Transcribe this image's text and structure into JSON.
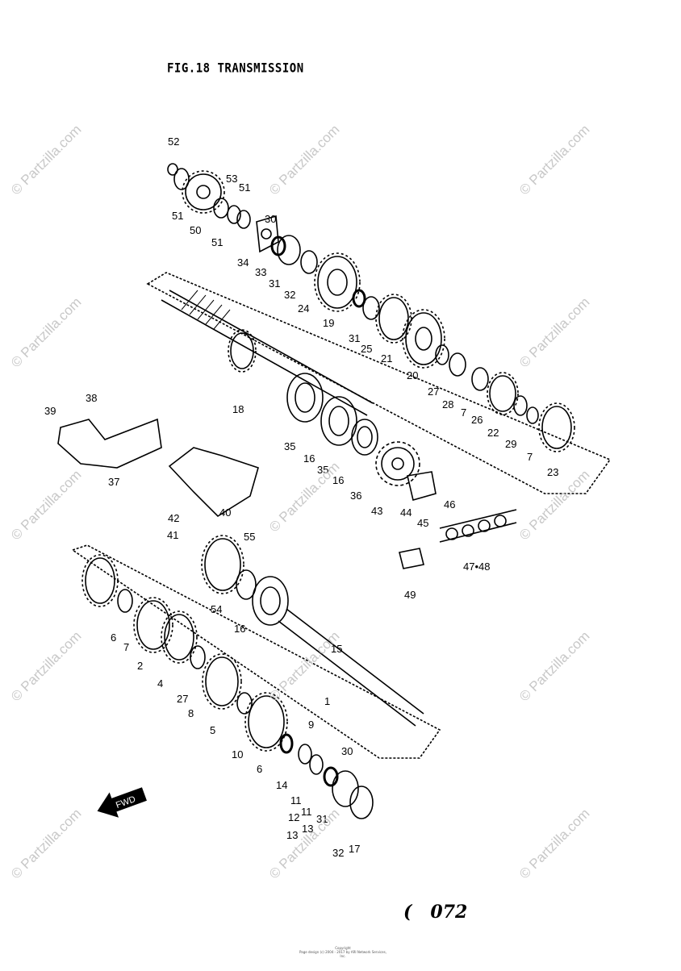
{
  "title": "FIG.18  TRANSMISSION",
  "page_number": "072",
  "page_mark": "(",
  "footer_lines": [
    "Copyright",
    "Page design (c) 2004 - 2017 by ARI Network Services, Inc."
  ],
  "watermark": "© Partzilla.com",
  "fwd_label": "FWD",
  "part_labels": [
    "52",
    "51",
    "50",
    "51",
    "53",
    "51",
    "30",
    "34",
    "33",
    "31",
    "32",
    "24",
    "19",
    "31",
    "25",
    "21",
    "20",
    "27",
    "28",
    "7",
    "26",
    "22",
    "29",
    "7",
    "23",
    "18",
    "35",
    "16",
    "35",
    "16",
    "36",
    "43",
    "44",
    "45",
    "46",
    "47•48",
    "49",
    "39",
    "38",
    "37",
    "40",
    "42",
    "41",
    "55",
    "54",
    "16",
    "15",
    "1",
    "6",
    "7",
    "2",
    "4",
    "27",
    "8",
    "5",
    "10",
    "6",
    "9",
    "14",
    "11",
    "12",
    "13",
    "11",
    "13",
    "31",
    "30",
    "32",
    "17"
  ]
}
